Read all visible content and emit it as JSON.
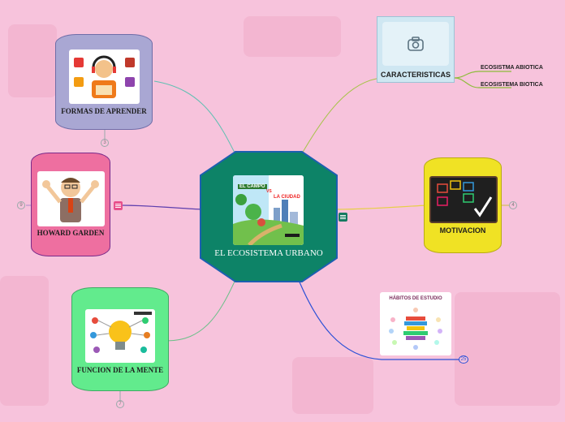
{
  "central": {
    "title": "EL ECOSISTEMA URBANO",
    "img_text_1": "EL CAMPO",
    "img_text_2": "VS",
    "img_text_3": "LA CIUDAD"
  },
  "branches": {
    "formas": {
      "title": "FORMAS DE APRENDER",
      "icon": "person-with-headphones-reading",
      "badge": "3"
    },
    "howard": {
      "title": "HOWARD GARDEN",
      "icon": "cartoon-man-waving",
      "badge": "9"
    },
    "funcion": {
      "title": "FUNCION DE LA MENTE",
      "icon": "lightbulb-infographic",
      "badge": "7"
    },
    "caracteristicas": {
      "title": "CARACTERISTICAS",
      "icon": "camera-icon",
      "leaves": [
        "ECOSISTMA ABIOTICA",
        "ECOSISTEMA BIOTICA"
      ]
    },
    "motivacion": {
      "title": "MOTIVACION",
      "icon": "chalkboard-emotions",
      "badge": "4"
    },
    "habitos": {
      "title": "HÁBITOS DE ESTUDIO",
      "badge": "25"
    }
  },
  "colors": {
    "background": "#f7c3dc",
    "central": "#0d8367",
    "central_border": "#1c5fb0",
    "formas": "#a9a7d3",
    "howard": "#ee6fa0",
    "funcion": "#62eb8d",
    "caracteristicas": "#cfe7f2",
    "motivacion": "#f0e224"
  }
}
